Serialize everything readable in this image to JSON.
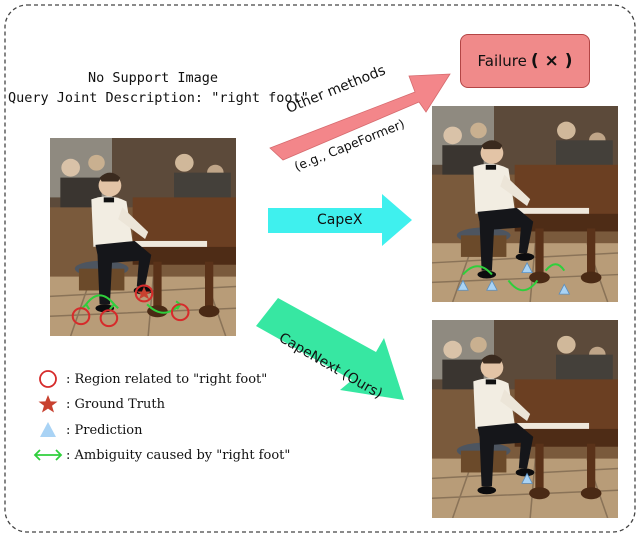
{
  "header": {
    "line1": "No Support Image",
    "line2": "Query Joint Description: \"right foot\""
  },
  "arrows": {
    "other_methods": "Other methods",
    "other_methods_sub": "(e.g., CapeFormer)",
    "capex": "CapeX",
    "capenext": "CapeNext (Ours)"
  },
  "failure_box": {
    "label": "Failure",
    "mark": "( × )"
  },
  "legend": {
    "region": ": Region related to \"right foot\"",
    "ground_truth": ": Ground Truth",
    "prediction": ": Prediction",
    "ambiguity": ": Ambiguity caused by \"right foot\""
  },
  "colors": {
    "red_arrow": "#f3868a",
    "cyan_arrow": "#3ff0ee",
    "green_arrow": "#37e7a2",
    "failure_fill": "#f08a8a",
    "circle_red": "#d62b2b",
    "star_red": "#c8412f",
    "prediction_blue": "#a9d3f5",
    "ambiguity_green": "#2fcf3c"
  },
  "images": {
    "query": "pianist-query-image",
    "capex_result": "pianist-capex-result",
    "capenext_result": "pianist-capenext-result"
  }
}
